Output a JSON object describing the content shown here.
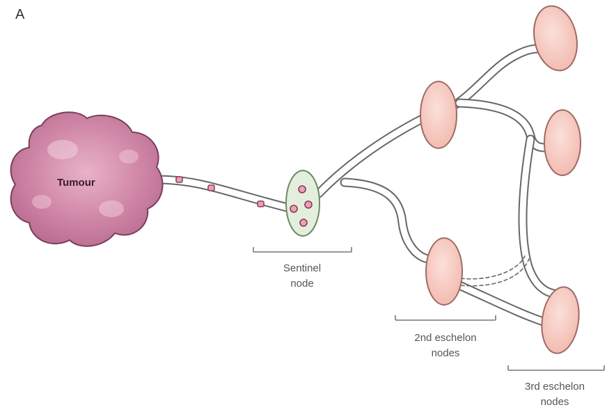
{
  "panel_label": "A",
  "tumour": {
    "label": "Tumour",
    "fill": "#c97a9e",
    "stroke": "#7a3e5a"
  },
  "sentinel": {
    "label_line1": "Sentinel",
    "label_line2": "node",
    "fill": "#e3efdc",
    "stroke": "#6e8a62"
  },
  "second_echelon": {
    "label_line1": "2nd eschelon",
    "label_line2": "nodes"
  },
  "third_echelon": {
    "label_line1": "3rd eschelon",
    "label_line2": "nodes"
  },
  "colors": {
    "node_fill": "#f6c6bd",
    "node_stroke": "#9e6a66",
    "vessel_stroke": "#666666",
    "cell_fill": "#e7a3b3",
    "cell_stroke": "#8a3a55",
    "bracket": "#777777"
  }
}
